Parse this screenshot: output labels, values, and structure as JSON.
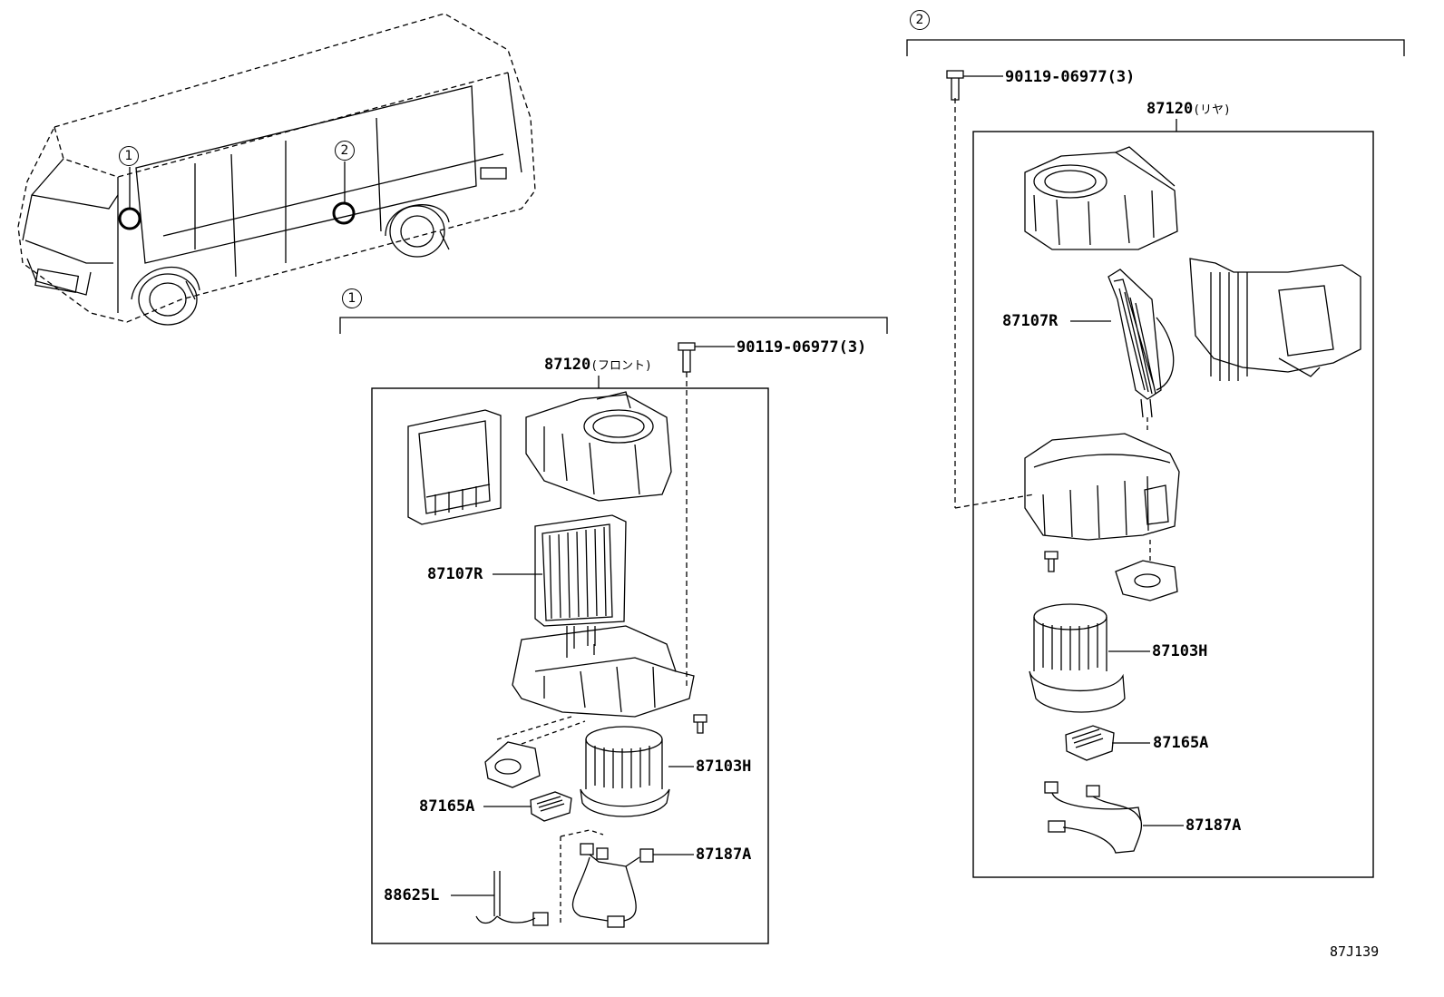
{
  "diagram_code": "87J139",
  "van_callouts": [
    {
      "marker": "1"
    },
    {
      "marker": "2"
    }
  ],
  "front_group": {
    "marker": "1",
    "assembly": {
      "part": "87120",
      "note": "(フロント)"
    },
    "bolt": "90119-06977(3)",
    "parts": [
      {
        "part": "87107R"
      },
      {
        "part": "87103H"
      },
      {
        "part": "87165A"
      },
      {
        "part": "87187A"
      },
      {
        "part": "88625L"
      }
    ]
  },
  "rear_group": {
    "marker": "2",
    "assembly": {
      "part": "87120",
      "note": "(リヤ)"
    },
    "bolt": "90119-06977(3)",
    "parts": [
      {
        "part": "87107R"
      },
      {
        "part": "87103H"
      },
      {
        "part": "87165A"
      },
      {
        "part": "87187A"
      }
    ]
  }
}
